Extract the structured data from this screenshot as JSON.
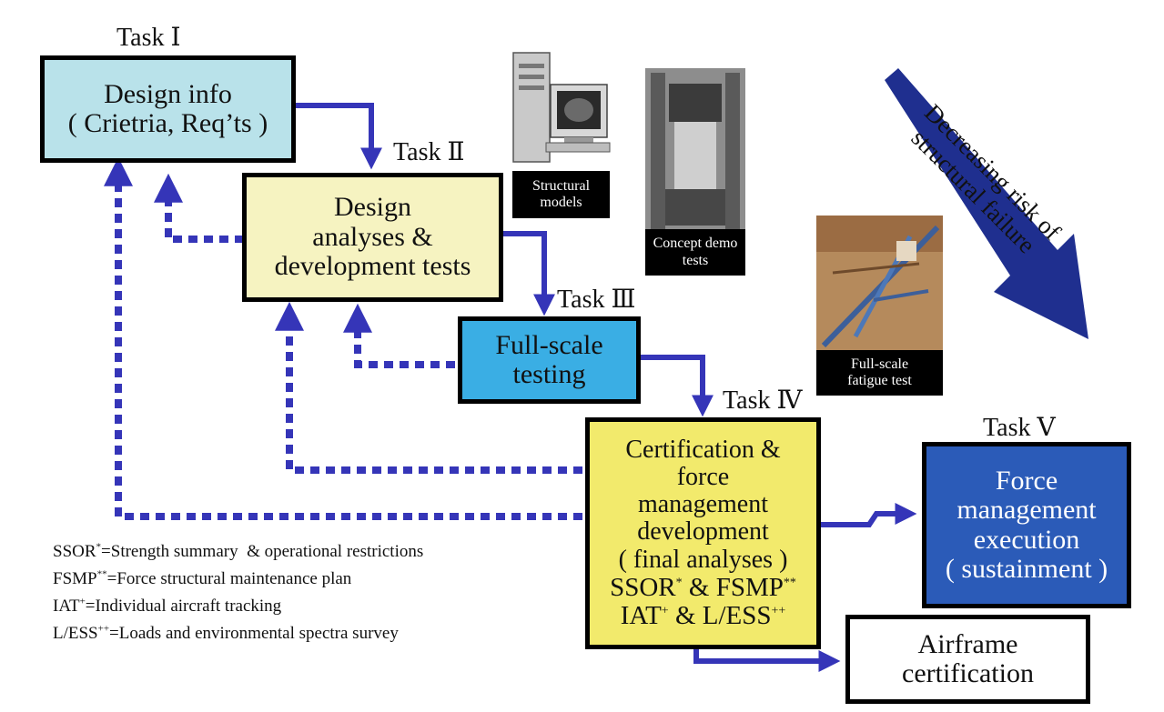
{
  "tasks": {
    "t1": "Task Ⅰ",
    "t2": "Task Ⅱ",
    "t3": "Task Ⅲ",
    "t4": "Task Ⅳ",
    "t5": "Task Ⅴ"
  },
  "boxes": {
    "design_info": [
      "Design info",
      "( Crietria, Req’ts )"
    ],
    "design_analyses": [
      "Design",
      "analyses &",
      "development tests"
    ],
    "full_scale_testing": [
      "Full-scale",
      "testing"
    ],
    "certification": [
      "Certification &",
      "force",
      "management",
      "development",
      "( final analyses )"
    ],
    "force_execution": [
      "Force",
      "management",
      "execution",
      "( sustainment )"
    ],
    "airframe": [
      "Airframe",
      "certification"
    ]
  },
  "cert_extra": {
    "ssor": "SSOR",
    "ssor_sup": "*",
    "amp1": " & ",
    "fsmp": "FSMP",
    "fsmp_sup": "**",
    "iat": "IAT",
    "iat_sup": "+",
    "amp2": " & ",
    "less": "L/ESS",
    "less_sup": "++"
  },
  "photos": {
    "structural_models": [
      "Structural",
      "models"
    ],
    "concept_demo": [
      "Concept demo",
      "tests"
    ],
    "fatigue_test": [
      "Full-scale",
      "fatigue test"
    ]
  },
  "risk_label": [
    "Decreasing risk of",
    "structural failure"
  ],
  "legend": [
    {
      "abbr": "SSOR",
      "sup": "*",
      "text": "=Strength summary  & operational restrictions"
    },
    {
      "abbr": "FSMP",
      "sup": "**",
      "text": "=Force structural maintenance plan"
    },
    {
      "abbr": "IAT",
      "sup": "+",
      "text": "=Individual aircraft tracking"
    },
    {
      "abbr": "L/ESS",
      "sup": "++",
      "text": "=Loads and environmental spectra survey"
    }
  ],
  "colors": {
    "design_info": "#b9e2ea",
    "design_analyses": "#f6f3c1",
    "full_scale_testing": "#3aaee4",
    "certification": "#f2ea6c",
    "force_execution": "#2b5bb8",
    "airframe": "#ffffff",
    "arrow": "#3535b8",
    "risk_arrow": "#1f2f8f"
  }
}
